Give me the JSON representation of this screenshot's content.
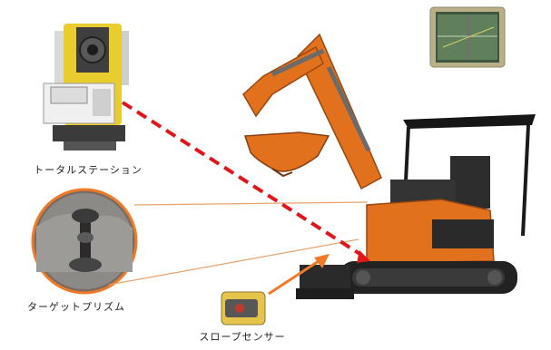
{
  "labels": {
    "total_station": "トータルステーション",
    "target_prism": "ターゲットプリズム",
    "slope_sensor": "スロープセンサー"
  },
  "colors": {
    "sightline": "#e0161b",
    "leader": "#e8a26a",
    "arrow": "#f07a28",
    "excavator": "#e2711d"
  },
  "icons": [
    "total-station-icon",
    "tablet-icon",
    "excavator-icon",
    "target-prism-icon",
    "slope-sensor-icon"
  ]
}
